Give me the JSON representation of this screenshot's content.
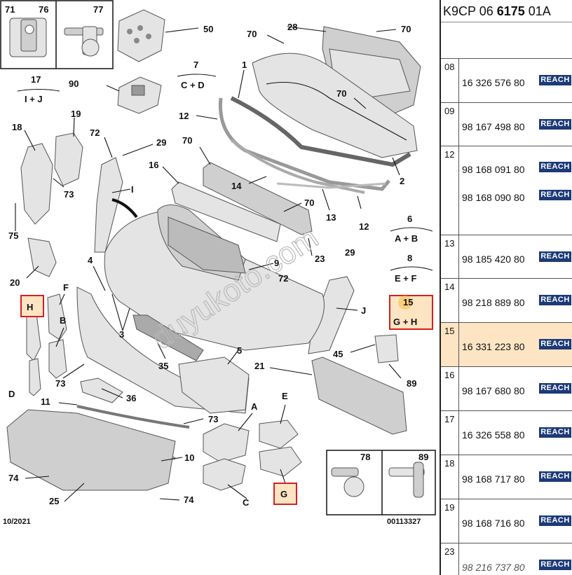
{
  "diagram": {
    "labels": {
      "71": "71",
      "76": "76",
      "77": "77",
      "50": "50",
      "70": "70",
      "28": "28",
      "17": "17",
      "17sub": "I + J",
      "90": "90",
      "7": "7",
      "7sub": "C + D",
      "1": "1",
      "12": "12",
      "19": "19",
      "18": "18",
      "72": "72",
      "29": "29",
      "16": "16",
      "2": "2",
      "14": "14",
      "13": "13",
      "73": "73",
      "75": "75",
      "I": "I",
      "6": "6",
      "6sub": "A + B",
      "8": "8",
      "8sub": "E + F",
      "20": "20",
      "4": "4",
      "9": "9",
      "23": "23",
      "H": "H",
      "F": "F",
      "15": "15",
      "15sub": "G + H",
      "J": "J",
      "B": "B",
      "3": "3",
      "45": "45",
      "D": "D",
      "35": "35",
      "5": "5",
      "21": "21",
      "89": "89",
      "11": "11",
      "36": "36",
      "A": "A",
      "E": "E",
      "74": "74",
      "10": "10",
      "78": "78",
      "25": "25",
      "C": "C",
      "G": "G"
    },
    "date": "10/2021",
    "figure_no": "00113327",
    "watermark": "duyukoto.com"
  },
  "reference": {
    "prefix": "K9CP 06 ",
    "bold": "6175",
    "suffix": " 01A"
  },
  "parts": [
    {
      "idx": "08",
      "numbers": [
        "16 326 576 80"
      ],
      "badge": "REACH"
    },
    {
      "idx": "09",
      "numbers": [
        "98 167 498 80"
      ],
      "badge": "REACH"
    },
    {
      "idx": "12",
      "numbers": [
        "98 168 091 80",
        "98 168 090 80"
      ],
      "badge": "REACH"
    },
    {
      "idx": "13",
      "numbers": [
        "98 185 420 80"
      ],
      "badge": "REACH"
    },
    {
      "idx": "14",
      "numbers": [
        "98 218 889 80"
      ],
      "badge": "REACH"
    },
    {
      "idx": "15",
      "numbers": [
        "16 331 223 80"
      ],
      "badge": "REACH",
      "selected": true
    },
    {
      "idx": "16",
      "numbers": [
        "98 167 680 80"
      ],
      "badge": "REACH"
    },
    {
      "idx": "17",
      "numbers": [
        "16 326 558 80"
      ],
      "badge": "REACH"
    },
    {
      "idx": "18",
      "numbers": [
        "98 168 717 80"
      ],
      "badge": "REACH"
    },
    {
      "idx": "19",
      "numbers": [
        "98 168 716 80"
      ],
      "badge": "REACH"
    },
    {
      "idx": "23",
      "numbers": [
        "98 216 737 80"
      ],
      "badge": "REACH",
      "italic": true
    }
  ],
  "colors": {
    "highlight_border": "#d81e1e",
    "highlight_fill": "#fde5c4",
    "badge": "#1d3a78"
  }
}
